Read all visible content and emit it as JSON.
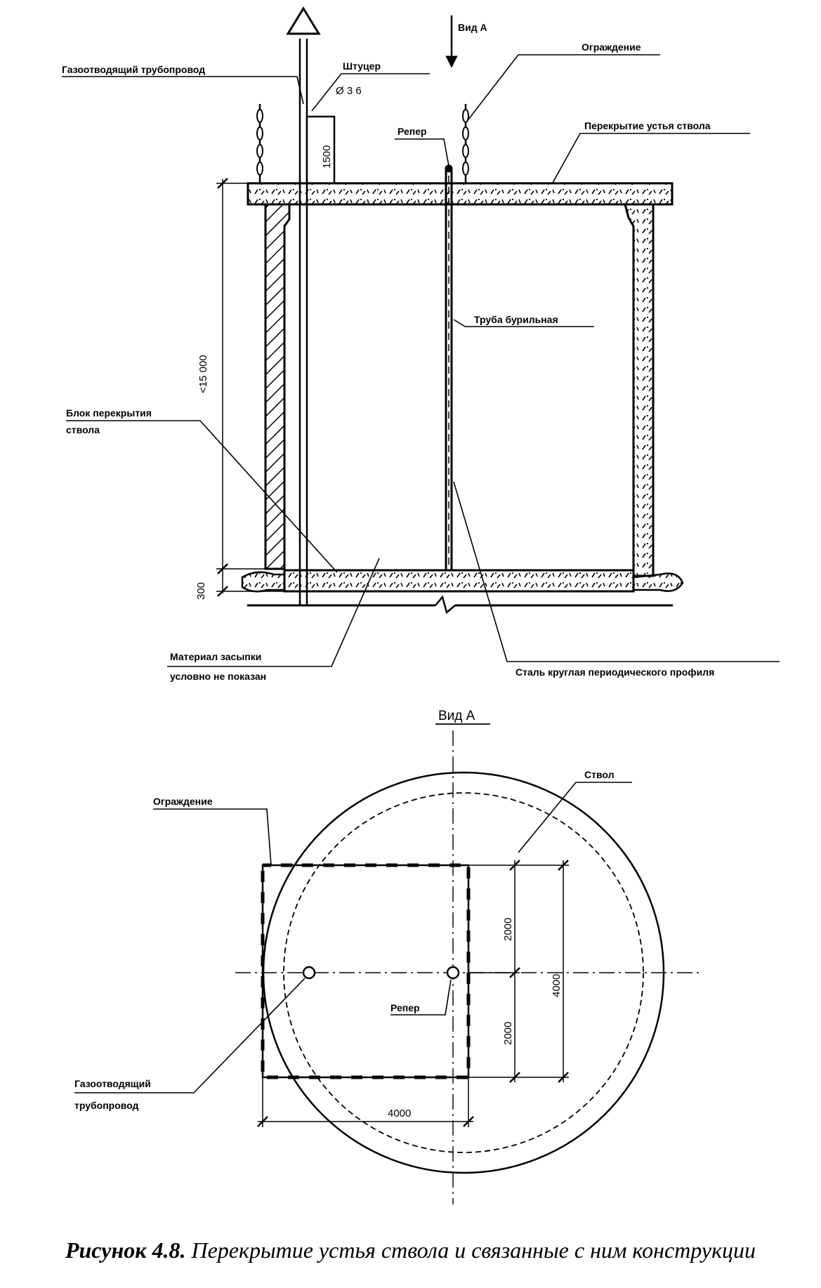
{
  "section_view": {
    "view_marker": "Вид А",
    "gas_pipe": "Газоотводящий трубопровод",
    "fitting": "Штуцер",
    "fitting_diameter": "Ø 3 6",
    "fence": "Ограждение",
    "collar_slab": "Перекрытие устья ствола",
    "benchmark": "Репер",
    "drill_pipe": "Труба бурильная",
    "block_line1": "Блок перекрытия",
    "block_line2": "ствола",
    "fill_line1": "Материал засыпки",
    "fill_line2": "условно не показан",
    "rebar_steel": "Сталь круглая периодического профиля",
    "dim_1500": "1500",
    "dim_15000": "<15 000",
    "dim_300": "300"
  },
  "plan_view": {
    "title": "Вид А",
    "shaft": "Ствол",
    "fence": "Ограждение",
    "benchmark": "Репер",
    "gas_pipe_line1": "Газоотводящий",
    "gas_pipe_line2": "трубопровод",
    "dim_2000_top": "2000",
    "dim_2000_bottom": "2000",
    "dim_4000_vertical": "4000",
    "dim_4000_horizontal": "4000"
  },
  "caption": {
    "number": "Рисунок 4.8.",
    "text": "Перекрытие устья ствола и связанные с ним конструкции"
  }
}
